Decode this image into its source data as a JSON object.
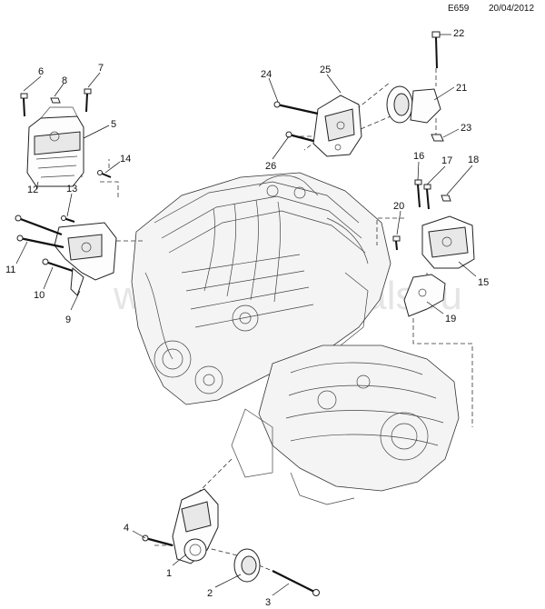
{
  "header": {
    "code": "E659",
    "date": "20/04/2012"
  },
  "watermark": "www.carmanuals.ru",
  "callouts": [
    "1",
    "2",
    "3",
    "4",
    "5",
    "6",
    "7",
    "8",
    "9",
    "10",
    "11",
    "12",
    "13",
    "14",
    "15",
    "16",
    "17",
    "18",
    "19",
    "20",
    "21",
    "22",
    "23",
    "24",
    "25",
    "26"
  ]
}
